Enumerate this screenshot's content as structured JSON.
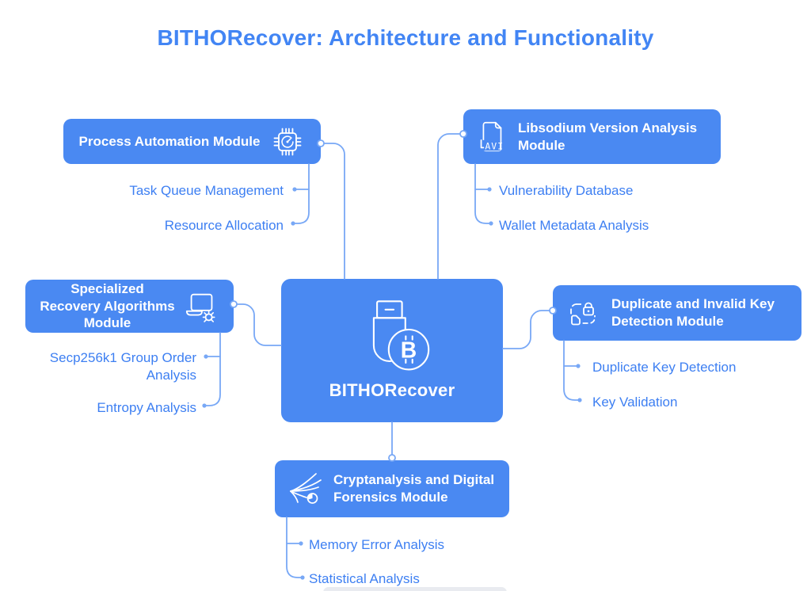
{
  "title": "BITHORecover: Architecture and Functionality",
  "center": {
    "label": "BITHORecover",
    "icon": "usb-bitcoin-icon"
  },
  "modules": [
    {
      "id": "process-automation",
      "label": "Process Automation Module",
      "icon": "chip-gauge-icon",
      "children": [
        "Task Queue Management",
        "Resource Allocation"
      ]
    },
    {
      "id": "libsodium-version-analysis",
      "label": "Libsodium Version Analysis Module",
      "icon": "avi-file-icon",
      "children": [
        "Vulnerability Database",
        "Wallet Metadata Analysis"
      ]
    },
    {
      "id": "specialized-recovery-algorithms",
      "label": "Specialized Recovery Algorithms Module",
      "icon": "laptop-bug-icon",
      "children": [
        "Secp256k1 Group Order Analysis",
        "Entropy Analysis"
      ]
    },
    {
      "id": "duplicate-invalid-key-detection",
      "label": "Duplicate and Invalid Key Detection Module",
      "icon": "lock-scan-icon",
      "children": [
        "Duplicate Key Detection",
        "Key Validation"
      ]
    },
    {
      "id": "cryptanalysis-digital-forensics",
      "label": "Cryptanalysis and Digital Forensics Module",
      "icon": "wind-clock-icon",
      "children": [
        "Memory Error Analysis",
        "Statistical Analysis"
      ]
    }
  ],
  "colors": {
    "node_fill": "#4a89f2",
    "title_text": "#4285f4",
    "item_text": "#3d7ff2",
    "connector": "#78a8f6",
    "bottom_gray": "#e9ebf0"
  }
}
